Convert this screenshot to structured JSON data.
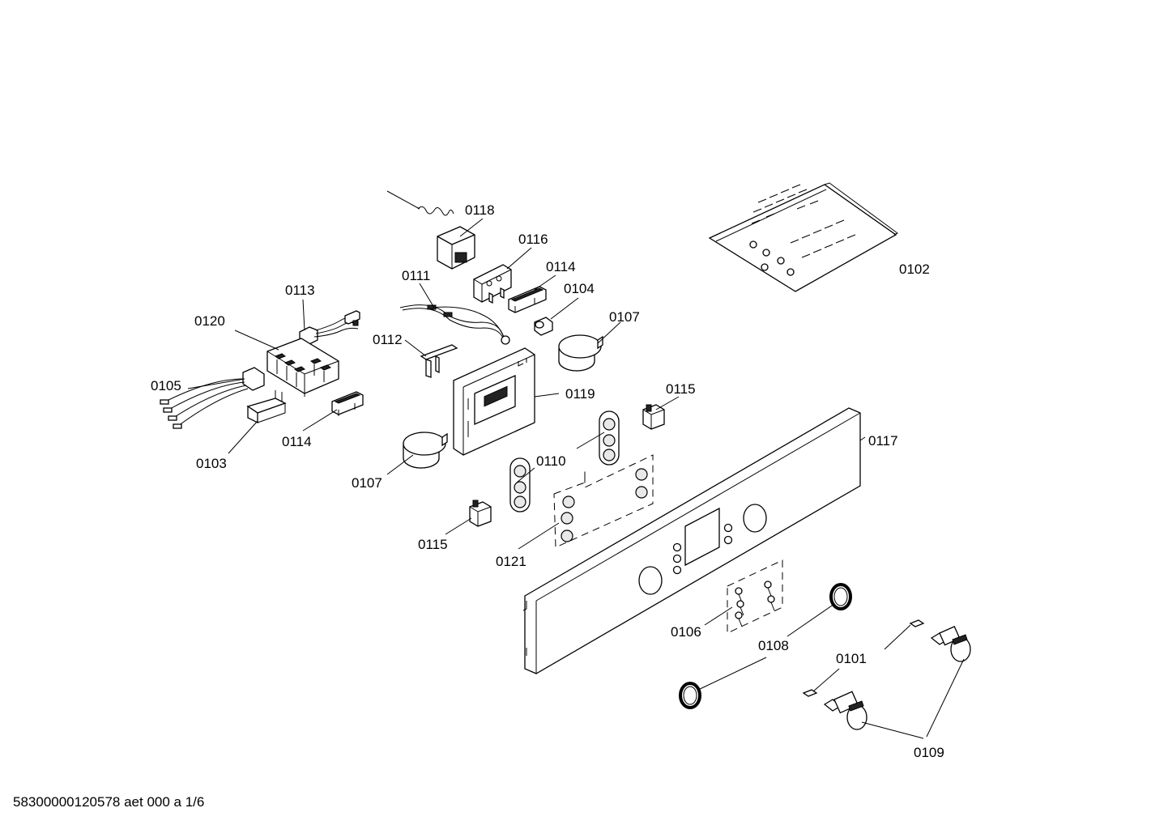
{
  "document": {
    "footer_text": "58300000120578 aet 000 a 1/6"
  },
  "callouts": {
    "c0101": "0101",
    "c0102": "0102",
    "c0103": "0103",
    "c0104": "0104",
    "c0105": "0105",
    "c0106": "0106",
    "c0107a": "0107",
    "c0107b": "0107",
    "c0108": "0108",
    "c0109": "0109",
    "c0110": "0110",
    "c0111": "0111",
    "c0112": "0112",
    "c0113": "0113",
    "c0114a": "0114",
    "c0114b": "0114",
    "c0115a": "0115",
    "c0115b": "0115",
    "c0116": "0116",
    "c0117": "0117",
    "c0118": "0118",
    "c0119": "0119",
    "c0120": "0120",
    "c0121": "0121"
  }
}
